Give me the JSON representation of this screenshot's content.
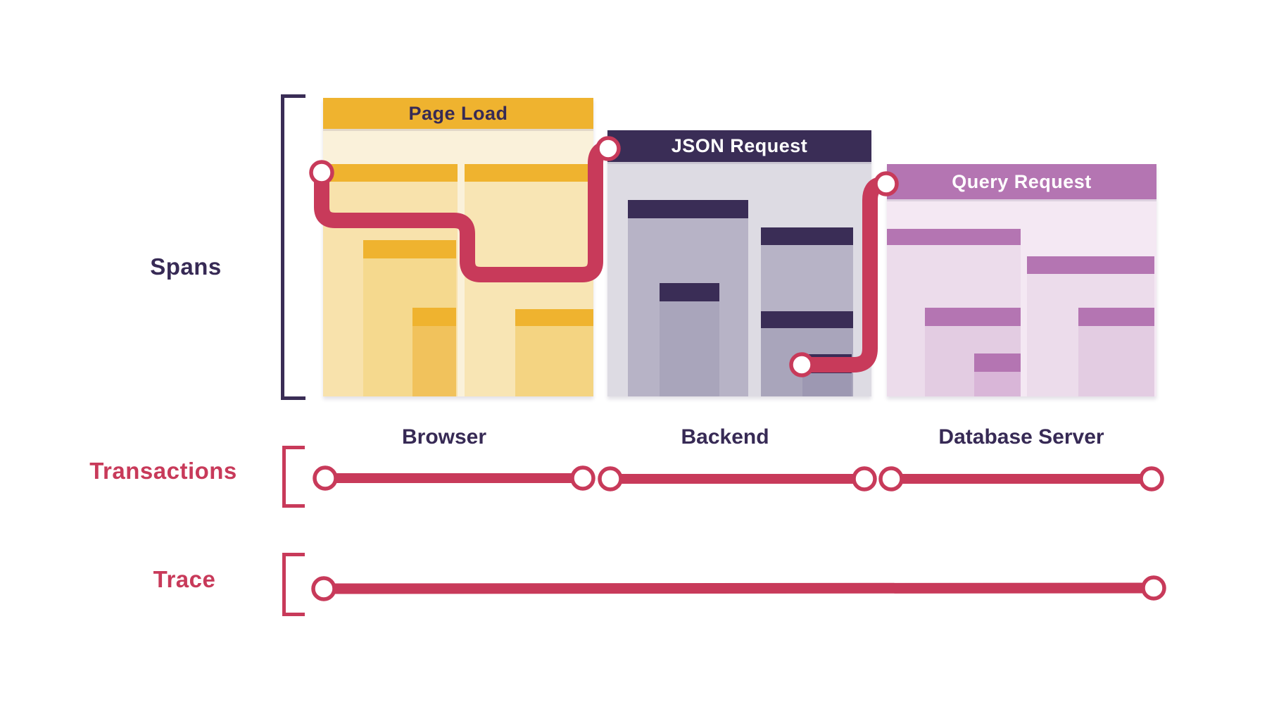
{
  "labels": {
    "spans": "Spans",
    "transactions": "Transactions",
    "trace": "Trace"
  },
  "panels": [
    {
      "title": "Page Load",
      "service": "Browser"
    },
    {
      "title": "JSON Request",
      "service": "Backend"
    },
    {
      "title": "Query Request",
      "service": "Database Server"
    }
  ],
  "colors": {
    "red": "#C83A5A",
    "navy": "#3A2D56",
    "text-navy": "#372A55",
    "gold": "#EFB32F",
    "cream": "#FAF1DA",
    "yellow-1": "#F8E2AC",
    "yellow-2": "#F5D98E",
    "yellow-3": "#F1C25C",
    "yellow-r1": "#F8E5B4",
    "yellow-r2": "#F4D482",
    "gray-bg": "#DDDBE3",
    "gray-1": "#B7B3C6",
    "gray-2": "#A9A5BB",
    "gray-3": "#9D98B2",
    "purple": "#B475B2",
    "pink-bg": "#F4E8F3",
    "pink-1": "#ECDCEB",
    "pink-2": "#E3CCE2",
    "pink-3": "#D9B6D8"
  }
}
